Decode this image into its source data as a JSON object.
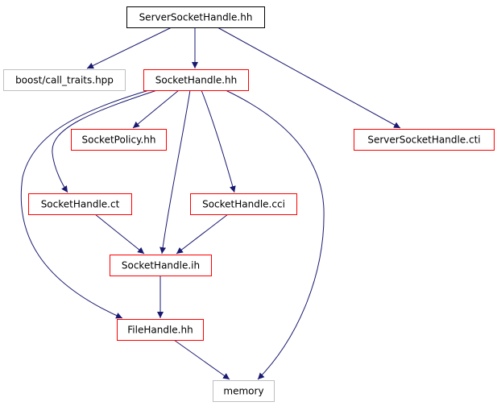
{
  "colors": {
    "edge": "#191970",
    "root_fill": "#bfbfbf",
    "root_border": "#000000",
    "linked_border": "#ff0000",
    "external_border": "#bfbfbf",
    "text": "#000000"
  },
  "nodes": [
    {
      "id": "server-socket-handle-hh",
      "label": "ServerSocketHandle.hh",
      "kind": "root"
    },
    {
      "id": "boost-call-traits-hpp",
      "label": "boost/call_traits.hpp",
      "kind": "external"
    },
    {
      "id": "socket-handle-hh",
      "label": "SocketHandle.hh",
      "kind": "linked"
    },
    {
      "id": "server-socket-handle-cti",
      "label": "ServerSocketHandle.cti",
      "kind": "linked"
    },
    {
      "id": "socket-policy-hh",
      "label": "SocketPolicy.hh",
      "kind": "linked"
    },
    {
      "id": "socket-handle-ct",
      "label": "SocketHandle.ct",
      "kind": "linked"
    },
    {
      "id": "socket-handle-cci",
      "label": "SocketHandle.cci",
      "kind": "linked"
    },
    {
      "id": "socket-handle-ih",
      "label": "SocketHandle.ih",
      "kind": "linked"
    },
    {
      "id": "file-handle-hh",
      "label": "FileHandle.hh",
      "kind": "linked"
    },
    {
      "id": "memory",
      "label": "memory",
      "kind": "external"
    }
  ],
  "edges": [
    {
      "from": "server-socket-handle-hh",
      "to": "boost-call-traits-hpp"
    },
    {
      "from": "server-socket-handle-hh",
      "to": "socket-handle-hh"
    },
    {
      "from": "server-socket-handle-hh",
      "to": "server-socket-handle-cti"
    },
    {
      "from": "socket-handle-hh",
      "to": "socket-policy-hh"
    },
    {
      "from": "socket-handle-hh",
      "to": "socket-handle-ct"
    },
    {
      "from": "socket-handle-hh",
      "to": "socket-handle-cci"
    },
    {
      "from": "socket-handle-hh",
      "to": "socket-handle-ih"
    },
    {
      "from": "socket-handle-hh",
      "to": "file-handle-hh"
    },
    {
      "from": "socket-handle-hh",
      "to": "memory"
    },
    {
      "from": "socket-handle-ct",
      "to": "socket-handle-ih"
    },
    {
      "from": "socket-handle-cci",
      "to": "socket-handle-ih"
    },
    {
      "from": "socket-handle-ih",
      "to": "file-handle-hh"
    },
    {
      "from": "file-handle-hh",
      "to": "memory"
    }
  ]
}
